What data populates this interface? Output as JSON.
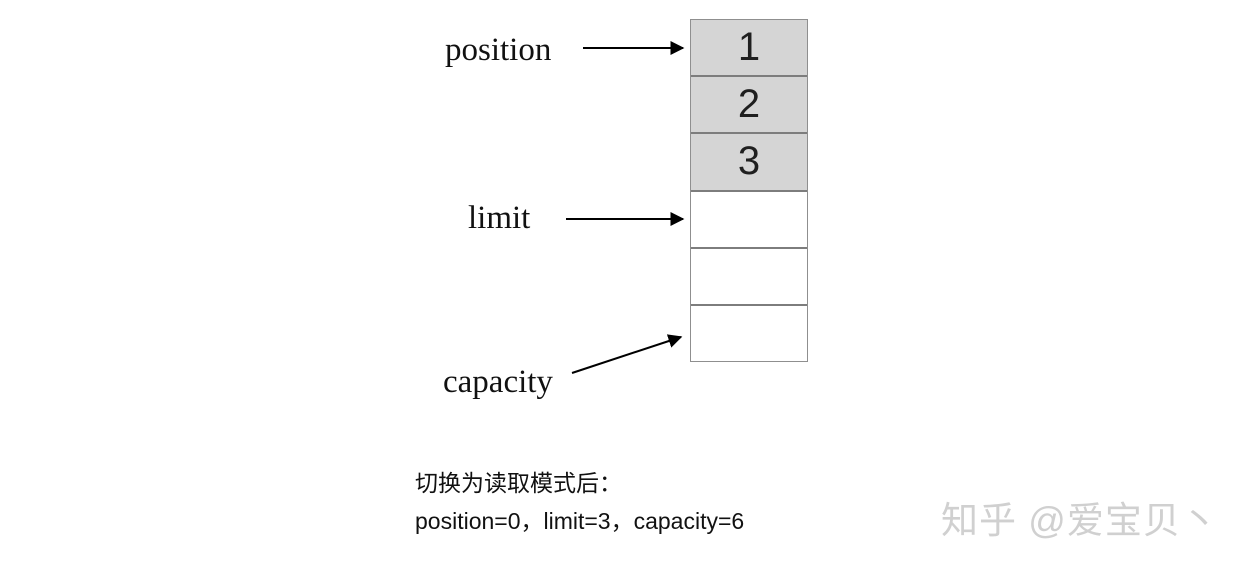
{
  "diagram": {
    "pointers": [
      {
        "id": "position",
        "label": "position"
      },
      {
        "id": "limit",
        "label": "limit"
      },
      {
        "id": "capacity",
        "label": "capacity"
      }
    ],
    "buffer": {
      "cells": [
        "1",
        "2",
        "3",
        "",
        "",
        ""
      ]
    },
    "caption": {
      "line1": "切换为读取模式后：",
      "line2": "position=0，limit=3，capacity=6"
    }
  },
  "watermark": "知乎 @爱宝贝丶",
  "colors": {
    "background": "#ffffff",
    "cell_filled": "#d5d5d5",
    "cell_empty": "#ffffff",
    "border": "#8f8f8f",
    "divider": "#7d7d7d",
    "arrow": "#000000",
    "text": "#111111",
    "watermark": "#d0d0d0"
  }
}
